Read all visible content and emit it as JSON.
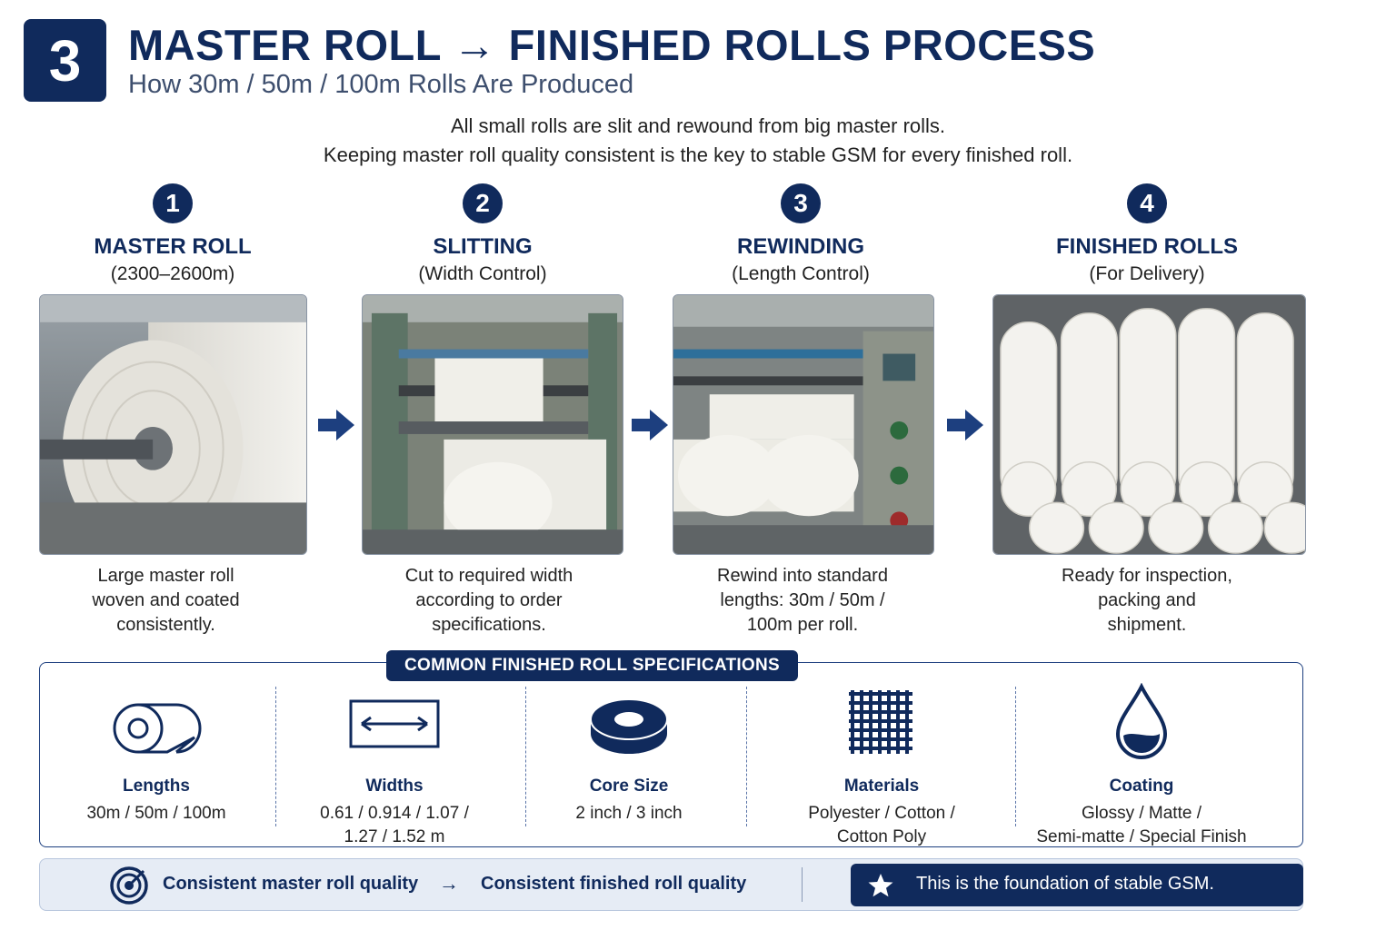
{
  "header": {
    "number": "3",
    "title": "MASTER ROLL → FINISHED ROLLS PROCESS",
    "subtitle": "How 30m / 50m / 100m Rolls Are Produced"
  },
  "intro": {
    "line1": "All small rolls are slit and rewound from big master rolls.",
    "line2": "Keeping master roll quality consistent is the key to stable GSM for every finished roll."
  },
  "steps": [
    {
      "number": "1",
      "title": "MASTER ROLL",
      "subtitle": "(2300–2600m)",
      "desc": [
        "Large master roll",
        "woven and coated",
        "consistently."
      ]
    },
    {
      "number": "2",
      "title": "SLITTING",
      "subtitle": "(Width Control)",
      "desc": [
        "Cut to required width",
        "according to order",
        "specifications."
      ]
    },
    {
      "number": "3",
      "title": "REWINDING",
      "subtitle": "(Length Control)",
      "desc": [
        "Rewind into standard",
        "lengths: 30m / 50m /",
        "100m per roll."
      ]
    },
    {
      "number": "4",
      "title": "FINISHED ROLLS",
      "subtitle": "(For Delivery)",
      "desc": [
        "Ready for inspection,",
        "packing and",
        "shipment."
      ]
    }
  ],
  "specs": {
    "header": "COMMON FINISHED ROLL SPECIFICATIONS",
    "items": [
      {
        "icon": "roll-icon",
        "label": "Lengths",
        "value": [
          "30m / 50m / 100m"
        ]
      },
      {
        "icon": "width-arrow-icon",
        "label": "Widths",
        "value": [
          "0.61 / 0.914 / 1.07 /",
          "1.27 / 1.52 m"
        ]
      },
      {
        "icon": "core-icon",
        "label": "Core Size",
        "value": [
          "2 inch / 3 inch"
        ]
      },
      {
        "icon": "mesh-icon",
        "label": "Materials",
        "value": [
          "Polyester / Cotton /",
          "Cotton Poly"
        ]
      },
      {
        "icon": "droplet-icon",
        "label": "Coating",
        "value": [
          "Glossy / Matte /",
          "Semi-matte / Special Finish"
        ]
      }
    ]
  },
  "footer": {
    "left": "Consistent master roll quality",
    "arrow": "→",
    "right": "Consistent finished roll quality",
    "note": "This is the foundation of stable GSM."
  },
  "colors": {
    "navy": "#102a5c",
    "light_panel": "#e6ecf5",
    "border_blue": "#1d3f7f"
  }
}
